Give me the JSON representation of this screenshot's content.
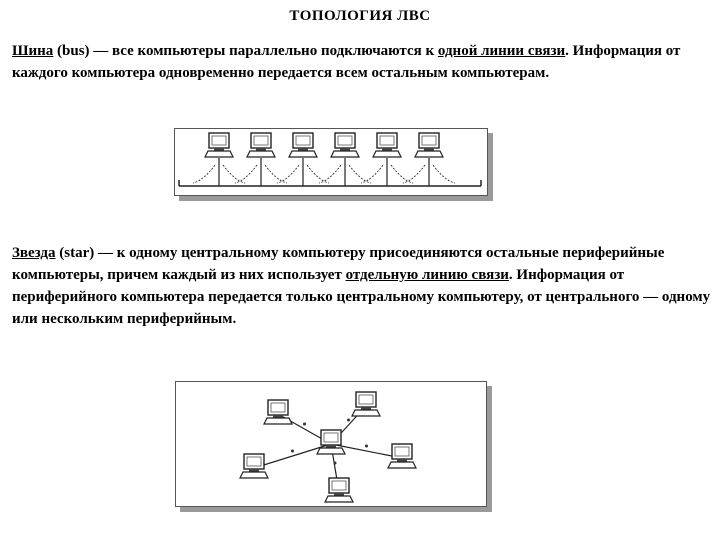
{
  "title": "ТОПОЛОГИЯ ЛВС",
  "bus": {
    "term": "Шина",
    "paren": " (bus) — все компьютеры параллельно подключаются к ",
    "link": "одной линии связи",
    "rest": ". Информация от каждого компьютера одновременно передается всем остальным компьютерам."
  },
  "star": {
    "term": "Звезда",
    "paren": " (star) — к одному центральному компьютеру присоединяются остальные периферийные компьютеры, причем каждый из них использует ",
    "link": "отдельную линию связи",
    "rest": ". Информация от периферийного компьютера передается только центральному компьютеру, от центрального — одному или нескольким периферийным."
  }
}
